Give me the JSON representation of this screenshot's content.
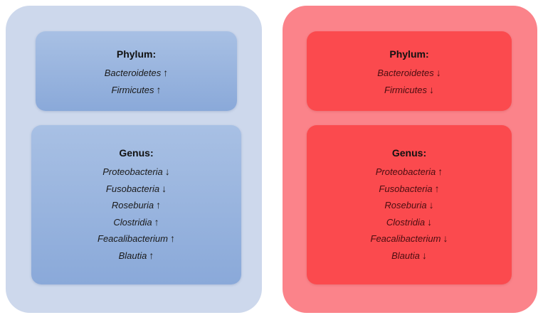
{
  "panels": [
    {
      "color": "#cdd8ec",
      "phylum": {
        "heading": "Phylum:",
        "items": [
          {
            "name": "Bacteroidetes",
            "arrow": "↑",
            "direction": "up"
          },
          {
            "name": "Firmicutes",
            "arrow": "↑",
            "direction": "up"
          }
        ]
      },
      "genus": {
        "heading": "Genus:",
        "items": [
          {
            "name": "Proteobacteria",
            "arrow": "↓",
            "direction": "down"
          },
          {
            "name": "Fusobacteria",
            "arrow": "↓",
            "direction": "down"
          },
          {
            "name": "Roseburia",
            "arrow": "↑",
            "direction": "up"
          },
          {
            "name": "Clostridia",
            "arrow": "↑",
            "direction": "up"
          },
          {
            "name": "Feacalibacterium",
            "arrow": "↑",
            "direction": "up"
          },
          {
            "name": "Blautia",
            "arrow": "↑",
            "direction": "up"
          }
        ]
      }
    },
    {
      "color": "#fb838a",
      "phylum": {
        "heading": "Phylum:",
        "items": [
          {
            "name": "Bacteroidetes",
            "arrow": "↓",
            "direction": "down"
          },
          {
            "name": "Firmicutes",
            "arrow": "↓",
            "direction": "down"
          }
        ]
      },
      "genus": {
        "heading": "Genus:",
        "items": [
          {
            "name": "Proteobacteria",
            "arrow": "↑",
            "direction": "up"
          },
          {
            "name": "Fusobacteria",
            "arrow": "↑",
            "direction": "up"
          },
          {
            "name": "Roseburia",
            "arrow": "↓",
            "direction": "down"
          },
          {
            "name": "Clostridia",
            "arrow": "↓",
            "direction": "down"
          },
          {
            "name": "Feacalibacterium",
            "arrow": "↓",
            "direction": "down"
          },
          {
            "name": "Blautia",
            "arrow": "↓",
            "direction": "down"
          }
        ]
      }
    }
  ]
}
